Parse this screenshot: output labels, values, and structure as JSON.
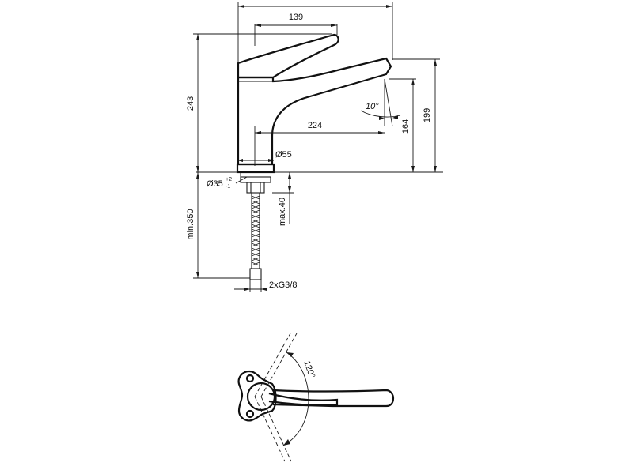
{
  "dimensions": {
    "width_139": "139",
    "spout_224": "224",
    "spout_angle": "10°",
    "height_243": "243",
    "height_199": "199",
    "height_164": "164",
    "base_dia": "Ø55",
    "hole_dia": "Ø35",
    "hole_tol_upper": "+2",
    "hole_tol_lower": "-1",
    "max_thickness": "max.40",
    "hose_min": "min.350",
    "thread": "2xG3/8",
    "swivel_angle": "120°"
  }
}
